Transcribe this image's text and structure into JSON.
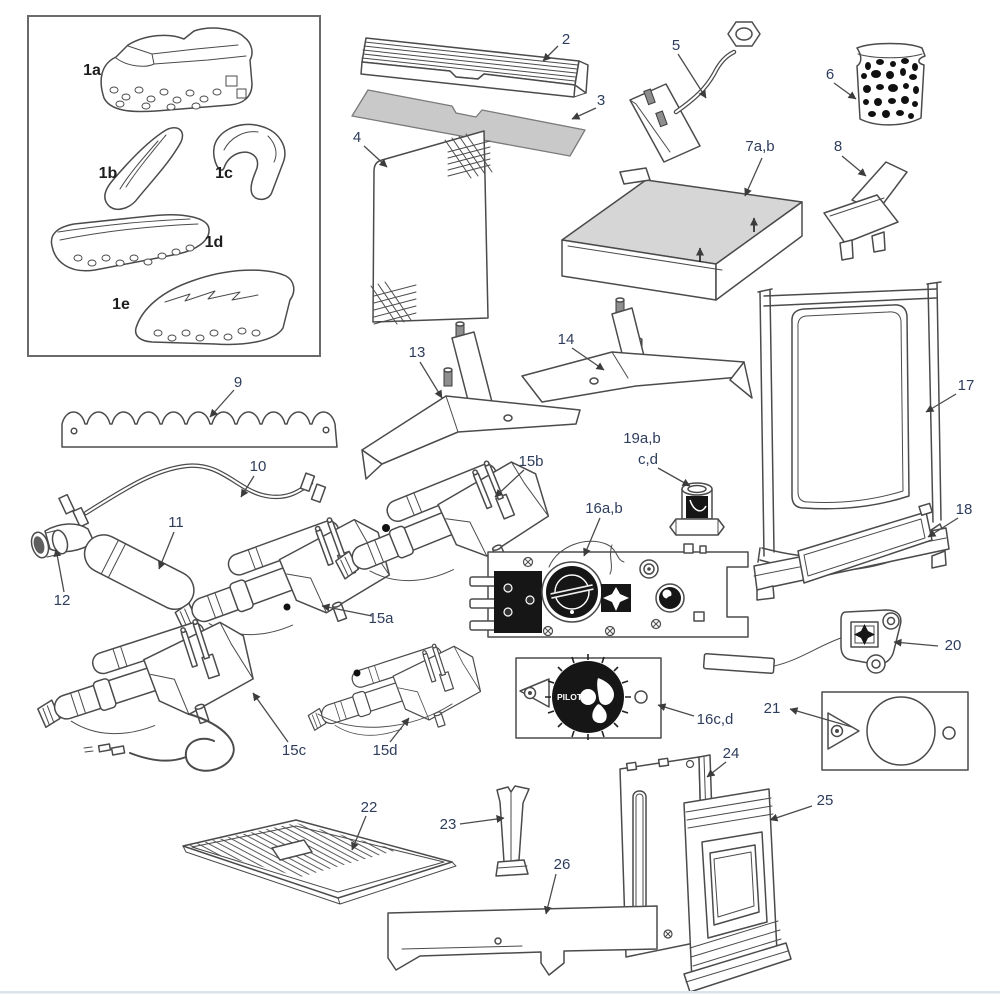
{
  "colors": {
    "label": "#2e3d5c",
    "label_bold": "#1d1d1d",
    "line": "#4b4b4b",
    "panel_gray": "#c9c9c9",
    "slab_gray": "#d6d6d6",
    "black_fill": "#161616",
    "bottom_rule": "#dce3e9"
  },
  "callouts": {
    "p1a": {
      "label": "1a"
    },
    "p1b": {
      "label": "1b"
    },
    "p1c": {
      "label": "1c"
    },
    "p1d": {
      "label": "1d"
    },
    "p1e": {
      "label": "1e"
    },
    "p2": {
      "label": "2"
    },
    "p3": {
      "label": "3"
    },
    "p4": {
      "label": "4"
    },
    "p5": {
      "label": "5"
    },
    "p6": {
      "label": "6"
    },
    "p7": {
      "label": "7a,b"
    },
    "p8": {
      "label": "8"
    },
    "p9": {
      "label": "9"
    },
    "p10": {
      "label": "10"
    },
    "p11": {
      "label": "11"
    },
    "p12": {
      "label": "12"
    },
    "p13": {
      "label": "13"
    },
    "p14": {
      "label": "14"
    },
    "p15a": {
      "label": "15a"
    },
    "p15b": {
      "label": "15b"
    },
    "p15c": {
      "label": "15c"
    },
    "p15d": {
      "label": "15d"
    },
    "p16ab": {
      "label": "16a,b"
    },
    "p16cd": {
      "label": "16c,d"
    },
    "p17": {
      "label": "17"
    },
    "p18": {
      "label": "18"
    },
    "p19_line1": {
      "label": "19a,b"
    },
    "p19_line2": {
      "label": "c,d"
    },
    "p20": {
      "label": "20"
    },
    "p21": {
      "label": "21"
    },
    "p22": {
      "label": "22"
    },
    "p23": {
      "label": "23"
    },
    "p24": {
      "label": "24"
    },
    "p25": {
      "label": "25"
    },
    "p26": {
      "label": "26"
    }
  },
  "valve_faceplate": {
    "dial_text": "PILOT"
  }
}
